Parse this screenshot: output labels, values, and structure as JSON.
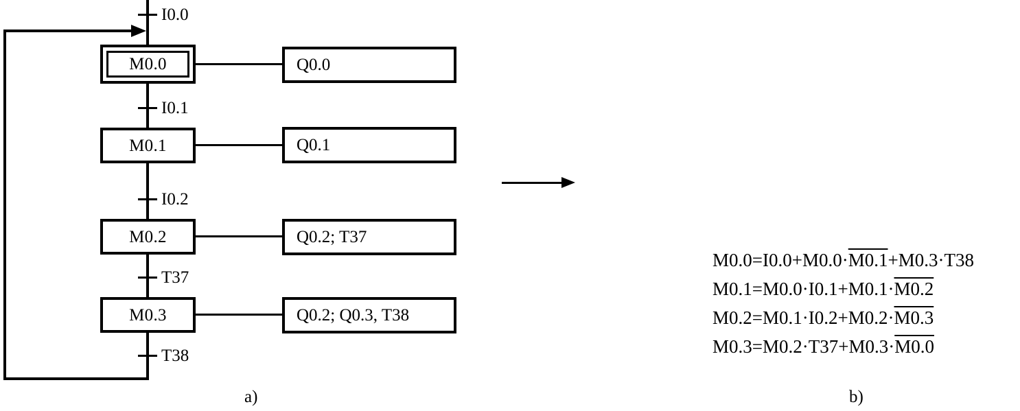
{
  "figure": {
    "panel_a": {
      "caption": "a)",
      "steps": [
        {
          "name": "M0.0",
          "initial": true,
          "action": "Q0.0"
        },
        {
          "name": "M0.1",
          "initial": false,
          "action": "Q0.1"
        },
        {
          "name": "M0.2",
          "initial": false,
          "action": "Q0.2; T37"
        },
        {
          "name": "M0.3",
          "initial": false,
          "action": "Q0.2; Q0.3, T38"
        }
      ],
      "transitions": [
        {
          "label": "I0.0"
        },
        {
          "label": "I0.1"
        },
        {
          "label": "I0.2"
        },
        {
          "label": "T37"
        },
        {
          "label": "T38"
        }
      ]
    },
    "middle": {
      "arrow": "right-arrow-icon"
    },
    "panel_b": {
      "caption": "b)",
      "equations": [
        {
          "parts": [
            {
              "text": "M0.0=I0.0+M0.0",
              "not": false
            },
            {
              "text": "·",
              "not": false
            },
            {
              "text": "M0.1",
              "not": true
            },
            {
              "text": "+M0.3",
              "not": false
            },
            {
              "text": "·",
              "not": false
            },
            {
              "text": "T38",
              "not": false
            }
          ]
        },
        {
          "parts": [
            {
              "text": "M0.1=M0.0",
              "not": false
            },
            {
              "text": "·",
              "not": false
            },
            {
              "text": "I0.1+M0.1",
              "not": false
            },
            {
              "text": "·",
              "not": false
            },
            {
              "text": "M0.2",
              "not": true
            }
          ]
        },
        {
          "parts": [
            {
              "text": "M0.2=M0.1",
              "not": false
            },
            {
              "text": "·",
              "not": false
            },
            {
              "text": "I0.2+M0.2",
              "not": false
            },
            {
              "text": "·",
              "not": false
            },
            {
              "text": "M0.3",
              "not": true
            }
          ]
        },
        {
          "parts": [
            {
              "text": "M0.3=M0.2",
              "not": false
            },
            {
              "text": "·",
              "not": false
            },
            {
              "text": "T37+M0.3",
              "not": false
            },
            {
              "text": "·",
              "not": false
            },
            {
              "text": "M0.0",
              "not": true
            }
          ]
        }
      ]
    }
  },
  "colors": {
    "ink": "#000000",
    "paper": "#ffffff"
  }
}
